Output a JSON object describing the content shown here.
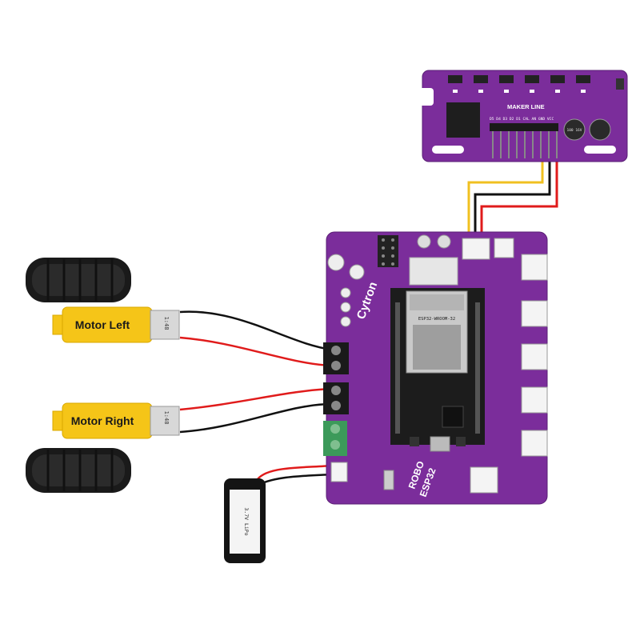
{
  "motor_left": {
    "label": "Motor Left",
    "side_text": "1:48"
  },
  "motor_right": {
    "label": "Motor Right",
    "side_text": "1:48"
  },
  "sensor": {
    "title": "MAKER LINE",
    "pins": "D5 D4 D3 D2 D1 CAL AN GND VCC",
    "cap_label": "100 16V"
  },
  "controller": {
    "brand": "Cytron",
    "name_line1": "ROBO",
    "name_line2": "ESP32",
    "module_label": "ESP32-WROOM-32"
  },
  "battery": {
    "label": "3.7V LiPo"
  },
  "colors": {
    "pcb": "#7b2d9b",
    "pcb_dark": "#5a1f74",
    "motor": "#f5c518",
    "wire_red": "#e01b1b",
    "wire_black": "#111111",
    "wire_yellow": "#f0c020",
    "terminal_green": "#3c9a5a"
  }
}
